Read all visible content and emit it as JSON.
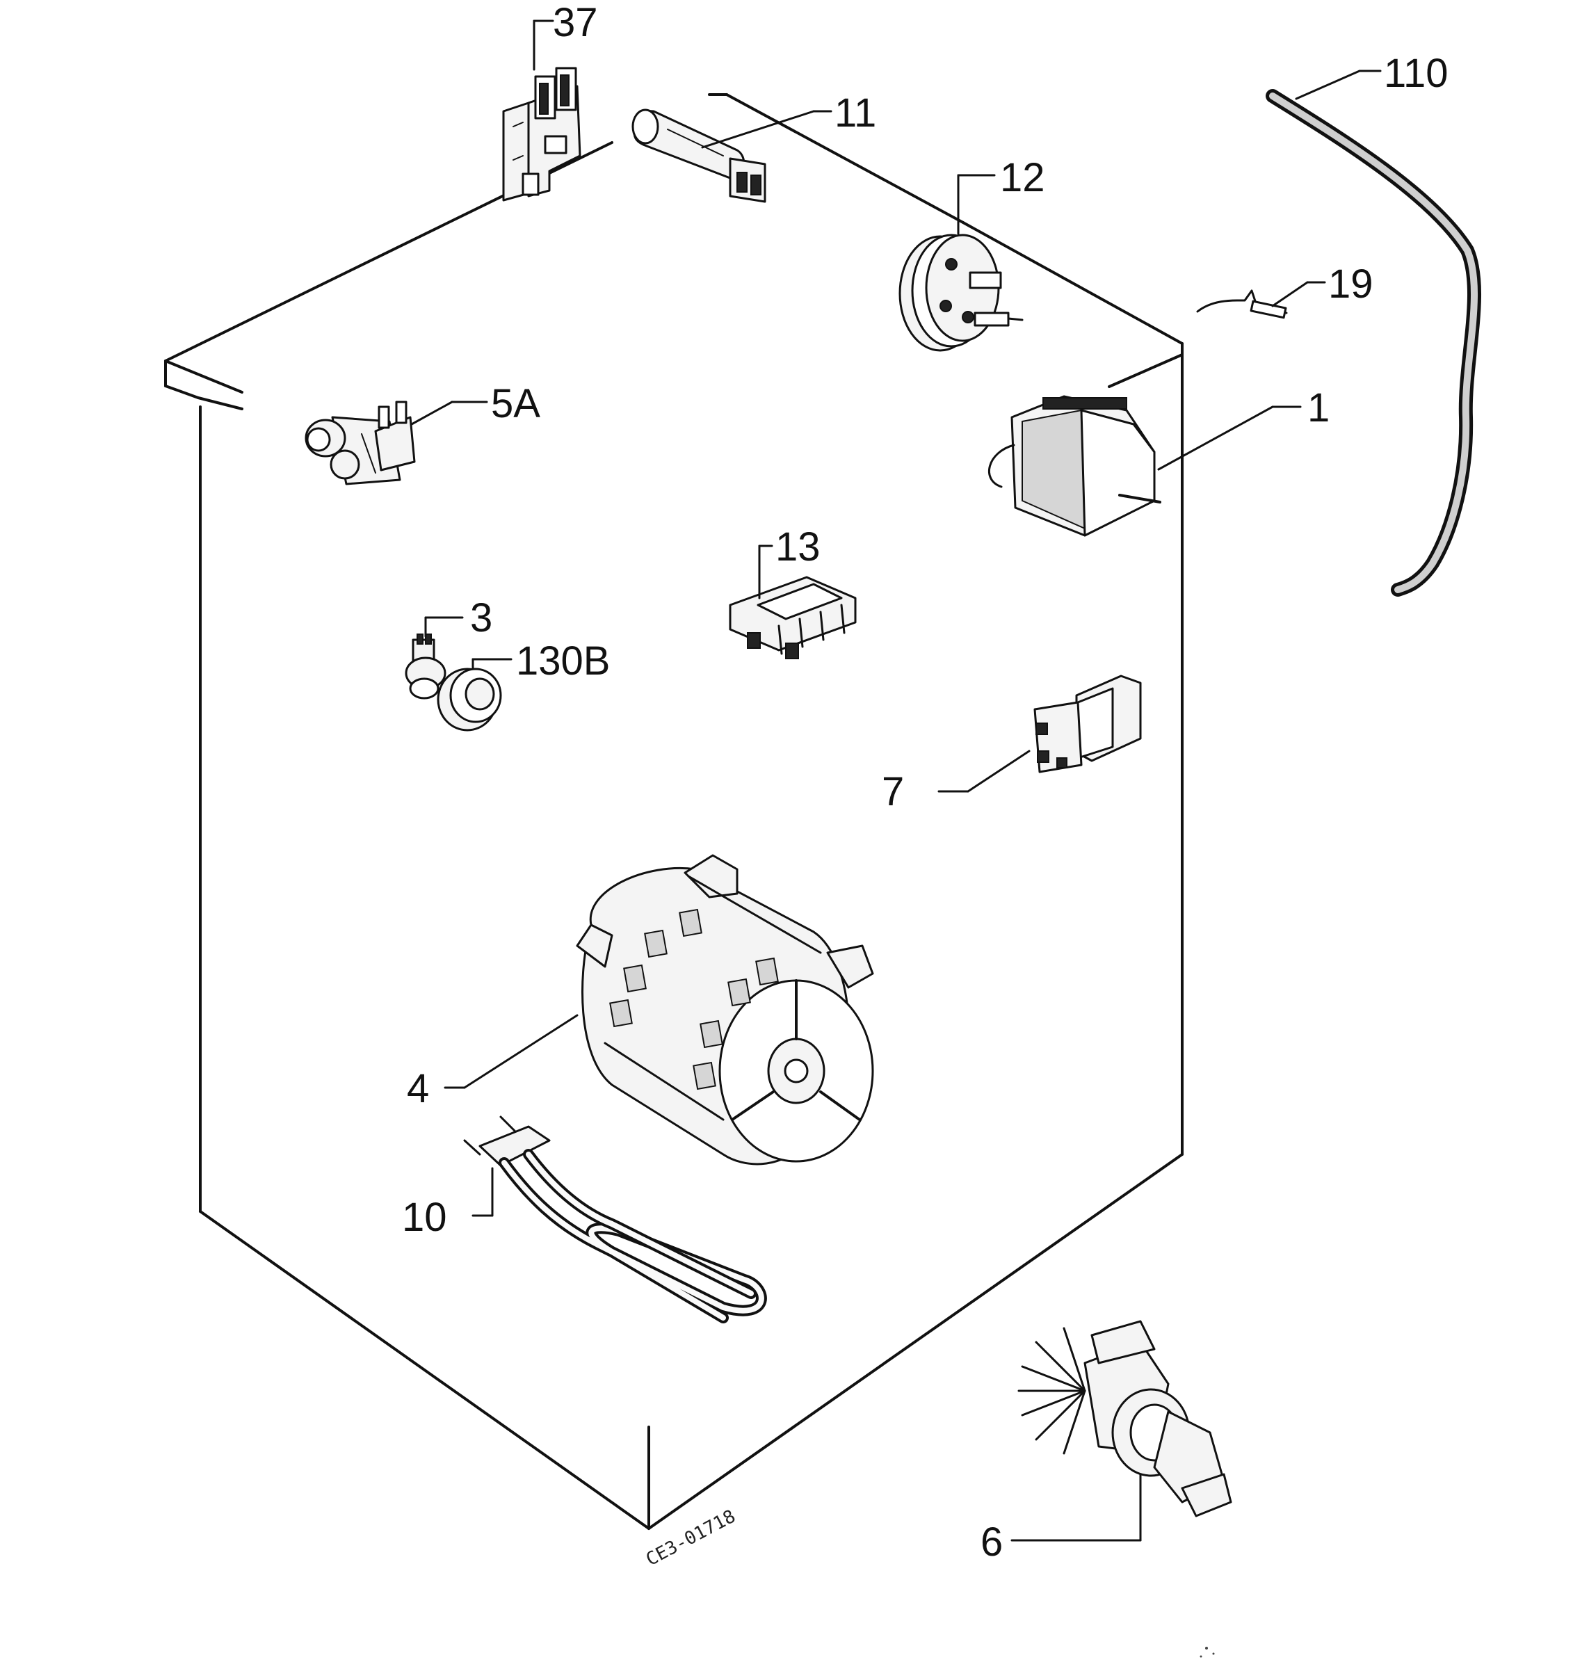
{
  "diagram": {
    "code": "CE3-01718",
    "labels": {
      "p37": "37",
      "p11": "11",
      "p12": "12",
      "p110": "110",
      "p19": "19",
      "p5a": "5A",
      "p1": "1",
      "p13": "13",
      "p3": "3",
      "p130b": "130B",
      "p7": "7",
      "p4": "4",
      "p10": "10",
      "p6": "6"
    }
  }
}
